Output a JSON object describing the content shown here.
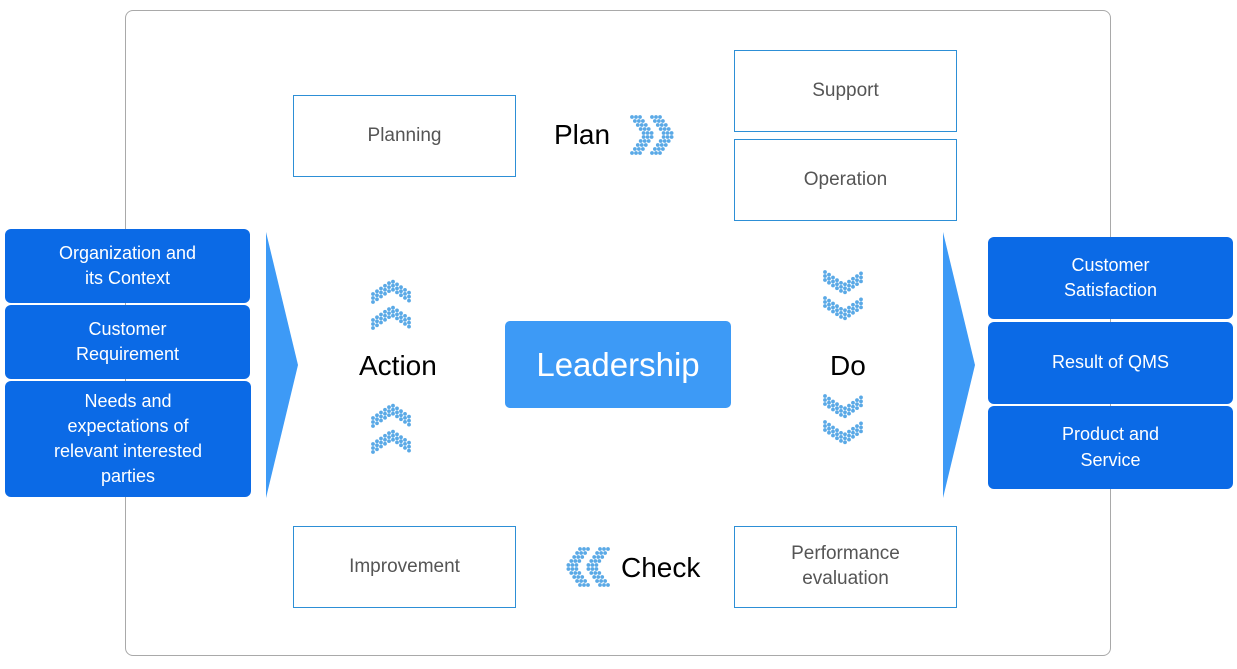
{
  "center": {
    "label": "Leadership"
  },
  "cycle": {
    "plan": "Plan",
    "do": "Do",
    "check": "Check",
    "action": "Action"
  },
  "boxes": {
    "planning": "Planning",
    "support": "Support",
    "operation": "Operation",
    "performance": [
      "Performance",
      "evaluation"
    ],
    "improvement": "Improvement"
  },
  "inputs": [
    [
      "Organization and",
      "its Context"
    ],
    [
      "Customer",
      "Requirement"
    ],
    [
      "Needs and",
      "expectations of",
      "relevant interested",
      "parties"
    ]
  ],
  "outputs": [
    [
      "Customer",
      "Satisfaction"
    ],
    [
      "Result of QMS"
    ],
    [
      "Product and",
      "Service"
    ]
  ],
  "colors": {
    "blue_box": "#0b6ae6",
    "leadership": "#3d9af6",
    "wedge": "#3d9af6",
    "dots": "#5aa9e6",
    "box_border": "#2d8fd6"
  }
}
